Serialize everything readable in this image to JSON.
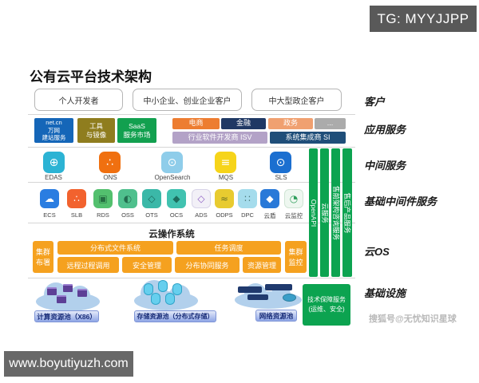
{
  "badges": {
    "tg": "TG: MYYJJPP",
    "site": "www.boyutiyuzh.com",
    "sohu": "搜狐号@无忧知识星球"
  },
  "title": "公有云平台技术架构",
  "side_labels": {
    "customers": "客户",
    "app_services": "应用服务",
    "middle_services": "中间服务",
    "middleware_services": "基础中间件服务",
    "cloud_os": "云OS",
    "infrastructure": "基础设施"
  },
  "customers": {
    "items": [
      {
        "label": "个人开发者"
      },
      {
        "label": "中小企业、创业企业客户"
      },
      {
        "label": "中大型政企客户"
      }
    ]
  },
  "app_services": {
    "left": [
      {
        "label": "net.cn\n万网\n建站服务",
        "color": "#1566b8"
      },
      {
        "label": "工具\n与镜像",
        "color": "#8f7d1e"
      },
      {
        "label": "SaaS\n服务市场",
        "color": "#12a04f"
      }
    ],
    "industries": [
      {
        "label": "电商",
        "color": "#ed7d31"
      },
      {
        "label": "金融",
        "color": "#1f3864"
      },
      {
        "label": "政务",
        "color": "#f0a070"
      },
      {
        "label": "...",
        "color": "#ababab"
      }
    ],
    "partners": [
      {
        "label": "行业软件开发商 ISV",
        "color": "#b3a2c7"
      },
      {
        "label": "系统集成商 SI",
        "color": "#1f4e79"
      }
    ]
  },
  "middle_services": {
    "items": [
      {
        "label": "EDAS",
        "color": "#2cb3d4",
        "glyph": "⊕"
      },
      {
        "label": "ONS",
        "color": "#f07010",
        "glyph": "∴"
      },
      {
        "label": "OpenSearch",
        "color": "#8fcdea",
        "glyph": "⊙"
      },
      {
        "label": "MQS",
        "color": "#f6d41a",
        "glyph": "≡"
      },
      {
        "label": "SLS",
        "color": "#1b6fd0",
        "glyph": "⊙"
      }
    ]
  },
  "middleware": {
    "items": [
      {
        "label": "ECS",
        "color": "#2a7de1",
        "glyph": "☁"
      },
      {
        "label": "SLB",
        "color": "#f2622e",
        "glyph": "∴"
      },
      {
        "label": "RDS",
        "color": "#53c06e",
        "glyph": "▣"
      },
      {
        "label": "OSS",
        "color": "#4fc08d",
        "glyph": "◐"
      },
      {
        "label": "OTS",
        "color": "#3bb8a8",
        "glyph": "◇"
      },
      {
        "label": "OCS",
        "color": "#41c2b0",
        "glyph": "◆"
      },
      {
        "label": "ADS",
        "color": "#f2f0f7",
        "glyph": "◇"
      },
      {
        "label": "ODPS",
        "color": "#e8cb30",
        "glyph": "≈"
      },
      {
        "label": "DPC",
        "color": "#a5dcec",
        "glyph": "∷"
      },
      {
        "label": "云盾",
        "color": "#2979d8",
        "glyph": "◆"
      },
      {
        "label": "云监控",
        "color": "#eef7f0",
        "glyph": "◔"
      }
    ]
  },
  "cloud_os": {
    "title": "云操作系统",
    "color": "#f5a11f",
    "left_box": "集群\n布署",
    "row1": [
      {
        "label": "分布式文件系统"
      },
      {
        "label": "任务调度"
      }
    ],
    "row2": [
      {
        "label": "远程过程调用"
      },
      {
        "label": "安全管理"
      },
      {
        "label": "分布协同服务"
      },
      {
        "label": "资源管理"
      }
    ],
    "right_box": "集群\n监控"
  },
  "vertical_bars": {
    "color": "#0ca350",
    "items": [
      {
        "label": "OpenAPI"
      },
      {
        "label": "云服务"
      },
      {
        "label": "售前架构咨询服务"
      },
      {
        "label": "售后产品服务"
      }
    ]
  },
  "infrastructure": {
    "pools": [
      {
        "label": "计算资源池（X86）"
      },
      {
        "label": "存储资源池（分布式存储）"
      },
      {
        "label": "网络资源池"
      }
    ],
    "tech_box": {
      "label": "技术保障服务\n(运维、安全)",
      "color": "#0ca350"
    }
  }
}
